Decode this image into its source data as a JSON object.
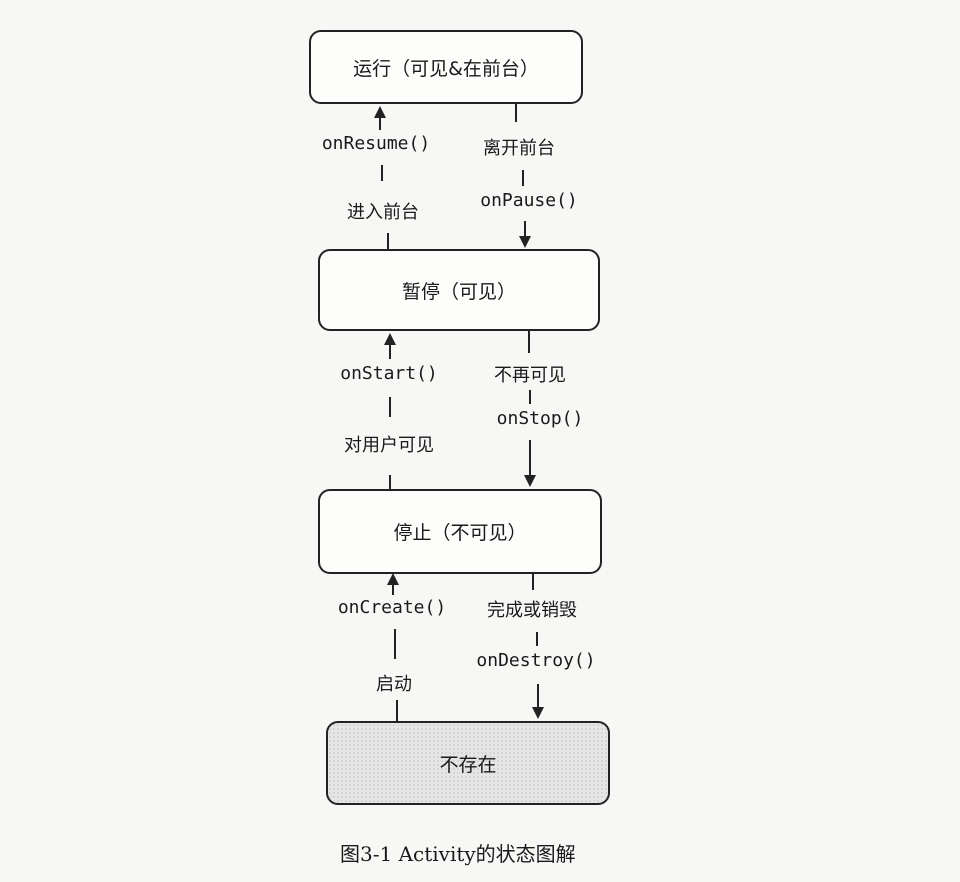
{
  "states": {
    "running": "运行（可见&在前台）",
    "paused": "暂停（可见）",
    "stopped": "停止（不可见）",
    "nonexistent": "不存在"
  },
  "transitions": {
    "resume": {
      "method": "onResume()",
      "reason": "进入前台"
    },
    "pause": {
      "reason": "离开前台",
      "method": "onPause()"
    },
    "start": {
      "method": "onStart()",
      "reason": "对用户可见"
    },
    "stop": {
      "reason": "不再可见",
      "method": "onStop()"
    },
    "create": {
      "method": "onCreate()",
      "reason": "启动"
    },
    "destroy": {
      "reason": "完成或销毁",
      "method": "onDestroy()"
    }
  },
  "caption": "图3-1    Activity的状态图解"
}
